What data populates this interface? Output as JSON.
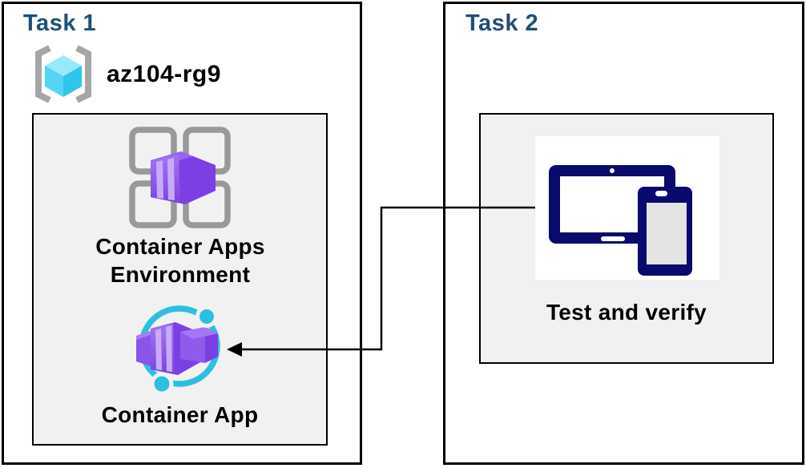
{
  "diagram": {
    "task1": {
      "title": "Task 1",
      "resource_group": {
        "name": "az104-rg9",
        "icon": "resource-group-icon"
      },
      "environment_label": "Container Apps Environment",
      "environment_icon": "container-apps-environment-icon",
      "container_app_label": "Container App",
      "container_app_icon": "container-app-icon"
    },
    "task2": {
      "title": "Task 2",
      "test_label": "Test and verify",
      "test_icon": "tablet-and-phone-icon"
    },
    "connector": {
      "type": "elbow-arrow",
      "from": "test-and-verify-icon",
      "to": "container-app-icon",
      "arrow_direction": "left"
    },
    "colors": {
      "task_title": "#1F4E79",
      "label_text": "#000000",
      "box_border": "#000000",
      "inner_box_fill": "#F1F1F1",
      "icon_purple": "#7C3FE4",
      "icon_purple_light": "#A375F3",
      "icon_purple_stripe": "#C7ABF9",
      "icon_cyan": "#2EBFE0",
      "cube_cyan_top": "#98E9FA",
      "cube_cyan_left": "#55D4F3",
      "cube_cyan_right": "#30C5EA",
      "bracket_gray": "#A6A6A6",
      "grid_gray": "#999999",
      "device_navy": "#0A0A6E",
      "phone_screen": "#E4E4E4"
    }
  }
}
